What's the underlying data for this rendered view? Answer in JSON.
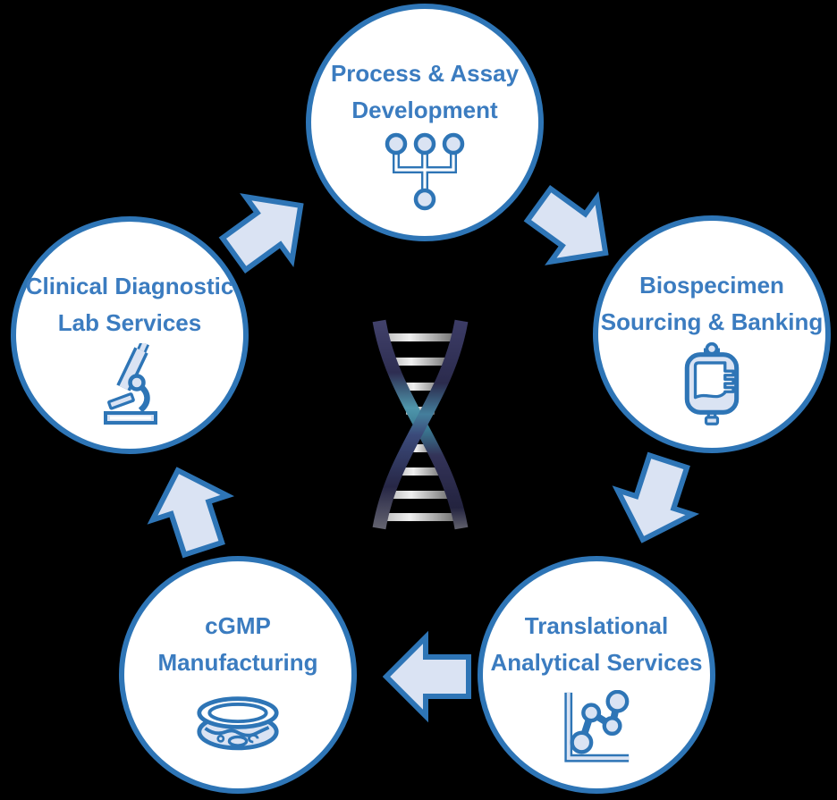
{
  "diagram": {
    "background_color": "#000000",
    "node_fill": "#ffffff",
    "node_border_color": "#2e75b6",
    "text_color": "#3b7cc0",
    "arrow_fill": "#dae3f3",
    "arrow_border_color": "#2e75b6",
    "icon_stroke_color": "#2e75b6",
    "icon_fill_color": "#dae3f3",
    "center_image": "dna-double-helix",
    "nodes": [
      {
        "id": "process-assay-development",
        "position": "top",
        "line1": "Process & Assay",
        "line2": "Development",
        "icon": "flow-merge-icon"
      },
      {
        "id": "biospecimen-sourcing-banking",
        "position": "right",
        "line1": "Biospecimen",
        "line2": "Sourcing & Banking",
        "icon": "iv-bag-icon"
      },
      {
        "id": "translational-analytical-services",
        "position": "bottom-right",
        "line1": "Translational",
        "line2": "Analytical Services",
        "icon": "line-chart-icon"
      },
      {
        "id": "cgmp-manufacturing",
        "position": "bottom-left",
        "line1": "cGMP",
        "line2": "Manufacturing",
        "icon": "petri-dish-icon"
      },
      {
        "id": "clinical-diagnostic-lab-services",
        "position": "left",
        "line1": "Clinical Diagnostic",
        "line2": "Lab Services",
        "icon": "microscope-icon"
      }
    ],
    "arrows": [
      {
        "from": "clinical-diagnostic-lab-services",
        "to": "process-assay-development",
        "direction": "up-right"
      },
      {
        "from": "process-assay-development",
        "to": "biospecimen-sourcing-banking",
        "direction": "down-right"
      },
      {
        "from": "biospecimen-sourcing-banking",
        "to": "translational-analytical-services",
        "direction": "down-left"
      },
      {
        "from": "translational-analytical-services",
        "to": "cgmp-manufacturing",
        "direction": "left"
      },
      {
        "from": "cgmp-manufacturing",
        "to": "clinical-diagnostic-lab-services",
        "direction": "up-left"
      }
    ]
  }
}
